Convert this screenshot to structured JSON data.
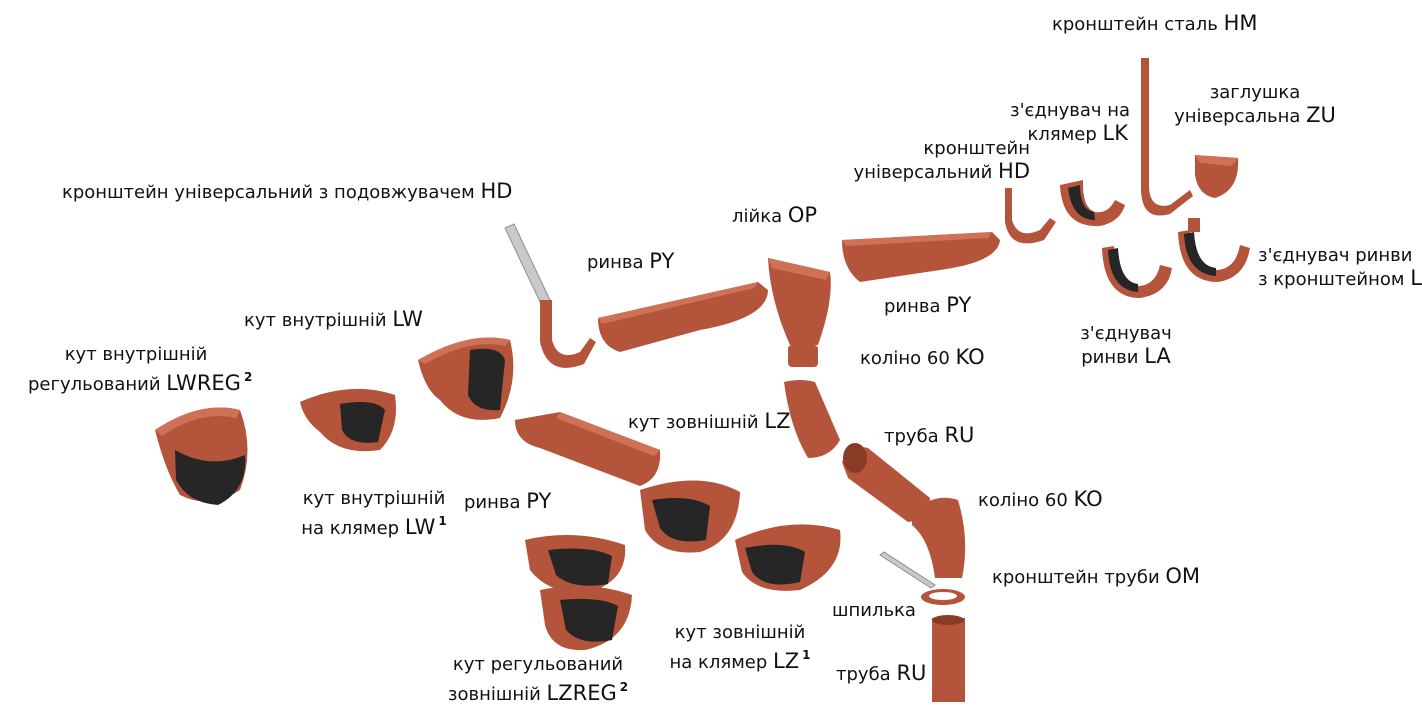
{
  "labels": {
    "hm": {
      "text": "кронштейн сталь",
      "code": "HM"
    },
    "zu": {
      "line1": "заглушка",
      "line2": "універсальна",
      "code": "ZU"
    },
    "lk": {
      "line1": "з'єднувач на",
      "line2": "клямер",
      "code": "LK"
    },
    "hd_top": {
      "line1": "кронштейн",
      "line2": "універсальний",
      "code": "HD"
    },
    "hd_ext": {
      "text": "кронштейн універсальний з подовжувачем",
      "code": "HD"
    },
    "op": {
      "text": "лійка",
      "code": "OP"
    },
    "py_top": {
      "text": "ринва",
      "code": "PY"
    },
    "py_right": {
      "text": "ринва",
      "code": "PY"
    },
    "lh": {
      "line1": "з'єднувач ринви",
      "line2": "з кронштейном",
      "code": "LH"
    },
    "la": {
      "line1": "з'єднувач",
      "line2": "ринви",
      "code": "LA"
    },
    "lw": {
      "text": "кут внутрішній",
      "code": "LW"
    },
    "lwreg": {
      "line1": "кут внутрішній",
      "line2": "регульований",
      "code": "LWREG",
      "sup": "2"
    },
    "ko1": {
      "text": "коліно 60",
      "code": "KO"
    },
    "lz": {
      "text": "кут зовнішній",
      "code": "LZ"
    },
    "ru1": {
      "text": "труба",
      "code": "RU"
    },
    "lw1": {
      "line1": "кут внутрішній",
      "line2": "на клямер",
      "code": "LW",
      "sup": "1"
    },
    "py_mid": {
      "text": "ринва",
      "code": "PY"
    },
    "ko2": {
      "text": "коліно 60",
      "code": "KO"
    },
    "om": {
      "text": "кронштейн труби",
      "code": "OM"
    },
    "pin": {
      "text": "шпилька"
    },
    "lz1": {
      "line1": "кут зовнішній",
      "line2": "на клямер",
      "code": "LZ",
      "sup": "1"
    },
    "lzreg": {
      "line1": "кут регульований",
      "line2": "зовнішній",
      "code": "LZREG",
      "sup": "2"
    },
    "ru2": {
      "text": "труба",
      "code": "RU"
    }
  },
  "colors": {
    "copper": "#b4543a",
    "copper_light": "#cf7157",
    "copper_dark": "#8a3b26",
    "seal": "#262626",
    "steel": "#c9c9c9"
  }
}
